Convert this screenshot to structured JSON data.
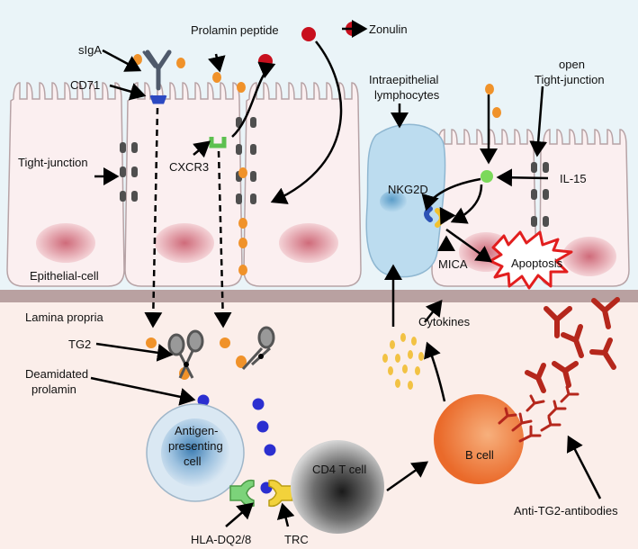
{
  "labels": {
    "sIgA": "sIgA",
    "CD71": "CD71",
    "prolamin_peptide": "Prolamin peptide",
    "zonulin": "Zonulin",
    "intraepithelial_1": "Intraepithelial",
    "intraepithelial_2": "lymphocytes",
    "open_tj_1": "open",
    "open_tj_2": "Tight-junction",
    "tight_junction": "Tight-junction",
    "cxcr3": "CXCR3",
    "nkg2d": "NKG2D",
    "il15": "IL-15",
    "epithelial_cell": "Epithelial-cell",
    "mica": "MICA",
    "apoptosis": "Apoptosis",
    "lamina_propria": "Lamina propria",
    "cytokines": "Cytokines",
    "tg2": "TG2",
    "deamidated_1": "Deamidated",
    "deamidated_2": "prolamin",
    "apc_1": "Antigen-",
    "apc_2": "presenting",
    "apc_3": "cell",
    "cd4": "CD4 T cell",
    "bcell": "B cell",
    "hla": "HLA-DQ2/8",
    "trc": "TRC",
    "anti_tg2": "Anti-TG2-antibodies"
  },
  "colors": {
    "lumen_bg": "#eaf4f8",
    "lamina_bg": "#fbeeea",
    "cell_fill": "#fbeff0",
    "nucleus": "#d9828e",
    "membrane": "#b9a1a1",
    "prolamin": "#f0922a",
    "zonulin": "#c8101e",
    "deamidated": "#2b2fd0",
    "antibody": "#b5271c",
    "iel": "#bcdcef",
    "bcell": "#f08a45"
  }
}
